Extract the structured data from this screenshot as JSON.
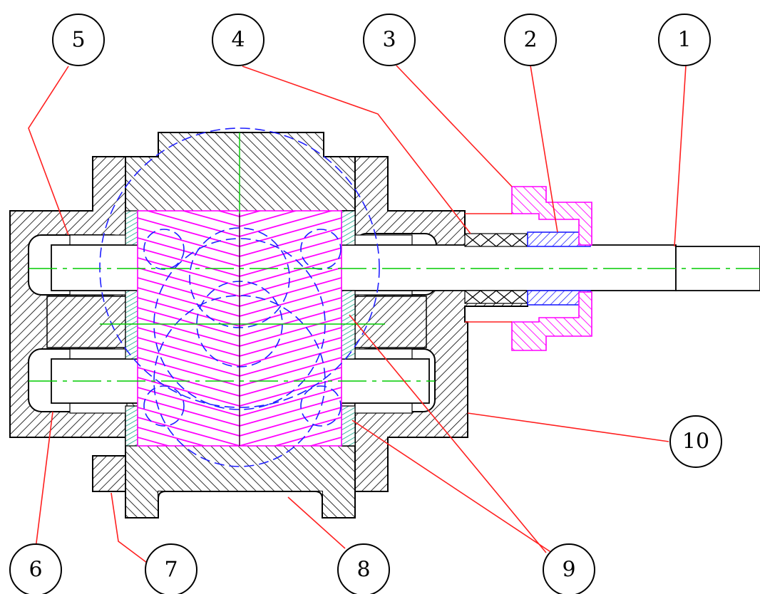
{
  "title": "",
  "colors": {
    "body_hatch": "#000000",
    "gear_lines": "#ff00ff",
    "pitch_circles": "#2020ff",
    "center_lines": "#00cc00",
    "leaders": "#ff2020",
    "seal_hatch": "#2020ff",
    "nut_hatch": "#ff00ff",
    "bushing_hatch": "#00a080"
  },
  "balloons": [
    {
      "id": "b5",
      "label": "5"
    },
    {
      "id": "b4",
      "label": "4"
    },
    {
      "id": "b3",
      "label": "3"
    },
    {
      "id": "b2",
      "label": "2"
    },
    {
      "id": "b1",
      "label": "1"
    },
    {
      "id": "b10",
      "label": "10"
    },
    {
      "id": "b6",
      "label": "6"
    },
    {
      "id": "b7",
      "label": "7"
    },
    {
      "id": "b8",
      "label": "8"
    },
    {
      "id": "b9",
      "label": "9"
    }
  ]
}
